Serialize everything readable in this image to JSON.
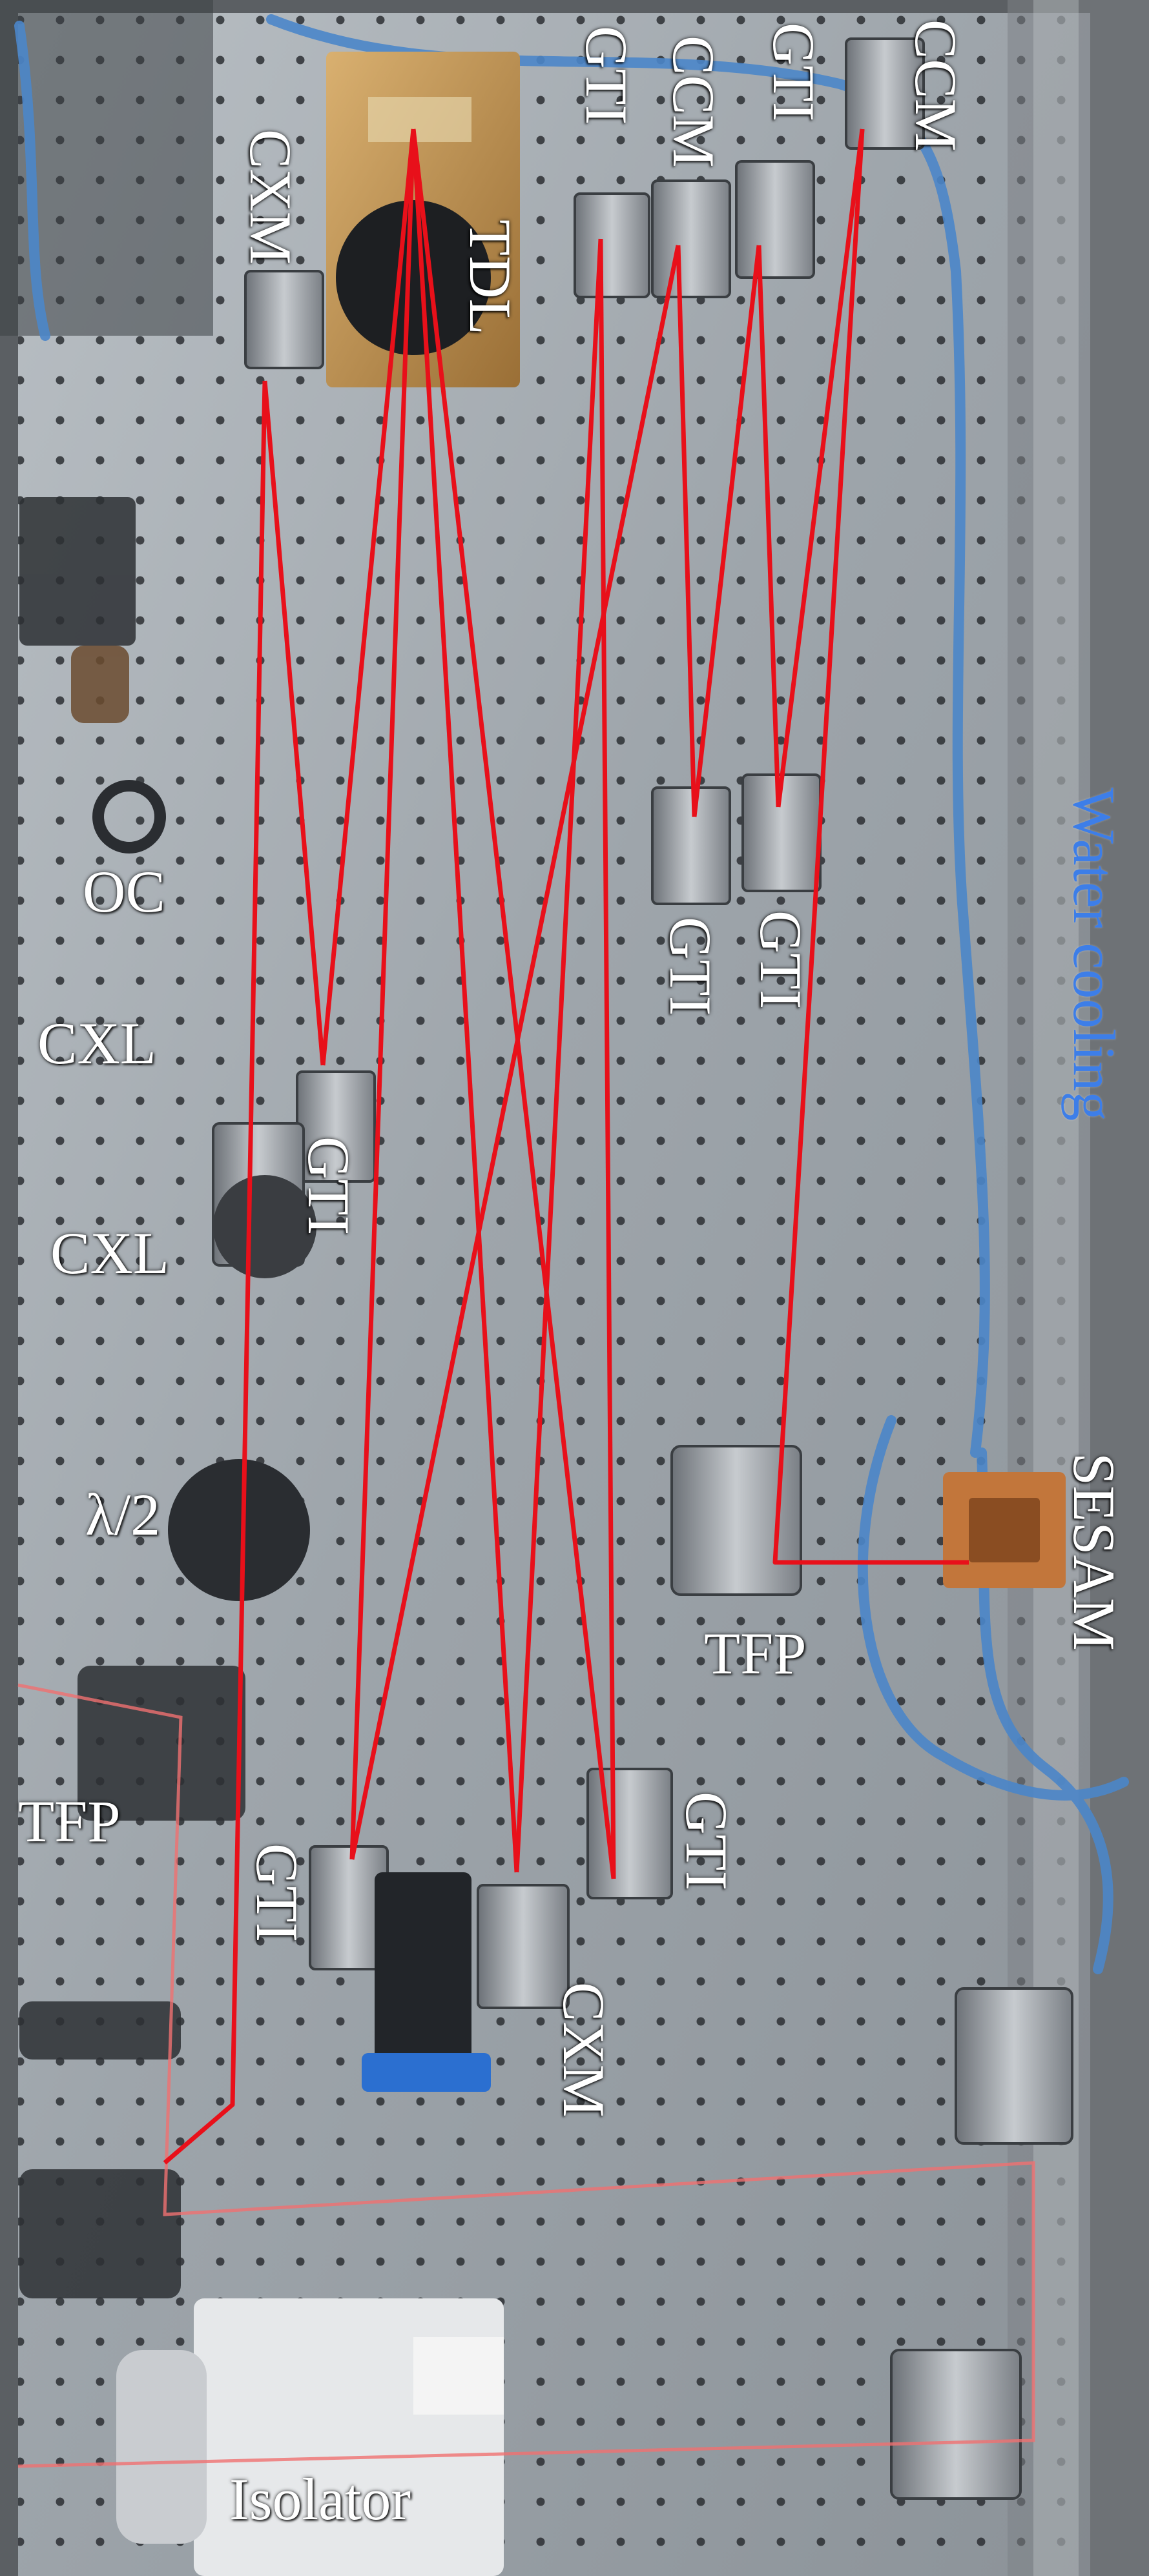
{
  "colors": {
    "beam": "#e8101a",
    "water_label": "#3d7ee8",
    "label": "#ffffff",
    "table": "#a2a8ad"
  },
  "labels": {
    "ccm_top_right": "CCM",
    "gti_top_right": "GTI",
    "ccm_top_mid": "CCM",
    "gti_top_mid": "GTI",
    "tdl": "TDL",
    "cxm_top": "CXM",
    "gti_mid_1": "GTI",
    "gti_mid_2": "GTI",
    "water_cooling": "Water cooling",
    "oc": "OC",
    "cxl_1": "CXL",
    "gti_left": "GTI",
    "cxl_2": "CXL",
    "half_wave": "λ/2",
    "sesam": "SESAM",
    "tfp_right": "TFP",
    "gti_bottom_right": "GTI",
    "tfp_left": "TFP",
    "gti_bottom_left": "GTI",
    "cxm_bottom": "CXM",
    "isolator": "Isolator"
  }
}
